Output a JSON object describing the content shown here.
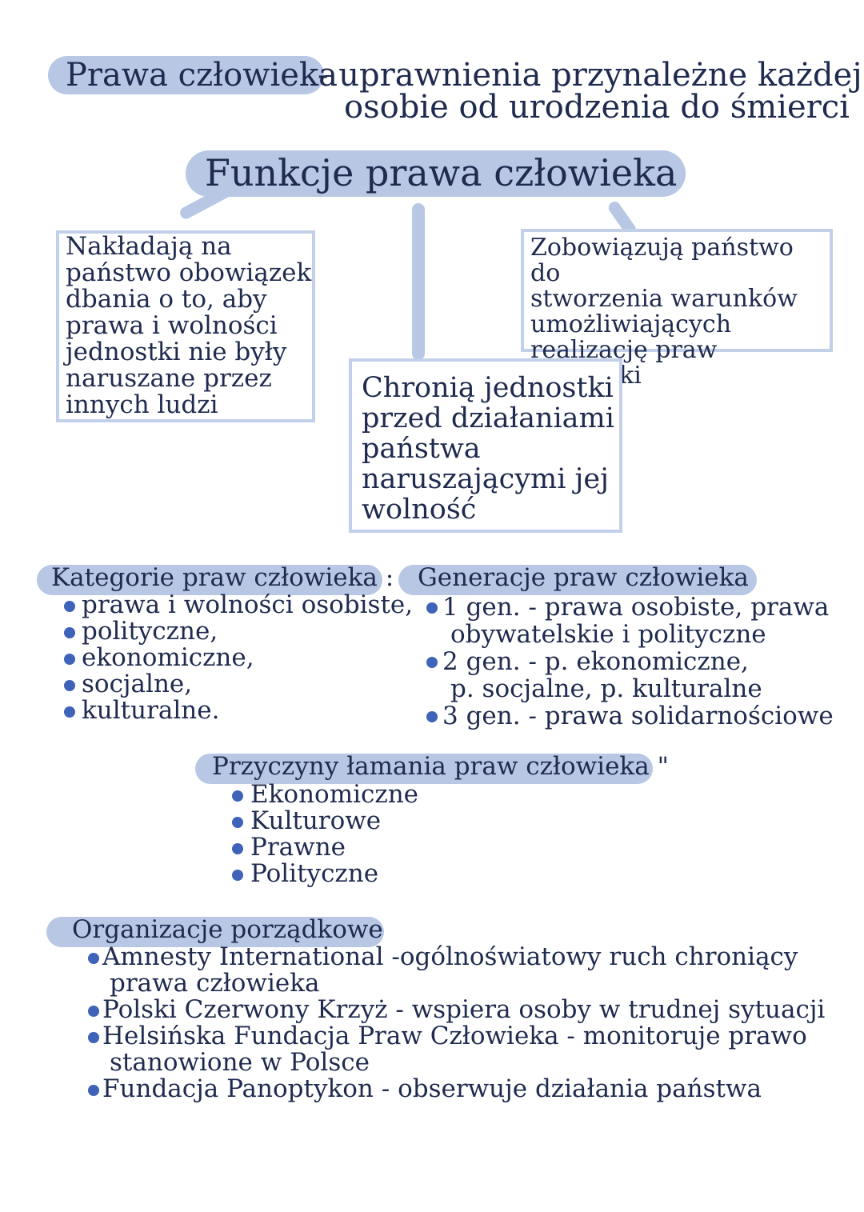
{
  "definition": {
    "term": "Prawa człowieka",
    "rest_line1": "- uprawnienia przynależne każdej",
    "rest_line2": "osobie od urodzenia do śmierci"
  },
  "functions": {
    "title": "Funkcje prawa człowieka",
    "left": "Nakładają na\npaństwo obowiązek\ndbania o to, aby\nprawa i wolności\njednostki nie były\nnaruszane przez\ninnych ludzi",
    "middle": "Chronią jednostki\nprzed działaniami\npaństwa\nnaruszającymi jej\nwolność",
    "right": "Zobowiązują państwo do\nstworzenia warunków\numożliwiających\nrealizację praw jednostki"
  },
  "categories": {
    "title": "Kategorie praw człowieka :",
    "items": [
      "prawa i wolności osobiste,",
      "polityczne,",
      "ekonomiczne,",
      "socjalne,",
      "kulturalne."
    ]
  },
  "generations": {
    "title": "Generacje praw człowieka",
    "items": [
      {
        "line1": "1 gen. - prawa osobiste, prawa",
        "line2": "obywatelskie i    polityczne"
      },
      {
        "line1": "2 gen. - p. ekonomiczne,",
        "line2": "p. socjalne, p. kulturalne"
      },
      {
        "line1": "3 gen. - prawa solidarnościowe",
        "line2": ""
      }
    ]
  },
  "causes": {
    "title": "Przyczyny łamania praw człowieka",
    "title_suffix": "\"",
    "items": [
      "Ekonomiczne",
      "Kulturowe",
      "Prawne",
      "Polityczne"
    ]
  },
  "organizations": {
    "title": "Organizacje porządkowe",
    "items": [
      {
        "line1": "Amnesty International -ogólnoświatowy ruch chroniący",
        "line2": "prawa człowieka"
      },
      {
        "line1": "Polski Czerwony Krzyż - wspiera osoby w trudnej sytuacji",
        "line2": ""
      },
      {
        "line1": "Helsińska Fundacja Praw Człowieka - monitoruje prawo",
        "line2": "stanowione w Polsce"
      },
      {
        "line1": "Fundacja Panoptykon - obserwuje działania państwa",
        "line2": ""
      }
    ]
  },
  "colors": {
    "highlight": "#b7c7e4",
    "box_border": "#c2d0ea",
    "bullet": "#3f63b8",
    "text": "#1f2a4e"
  }
}
